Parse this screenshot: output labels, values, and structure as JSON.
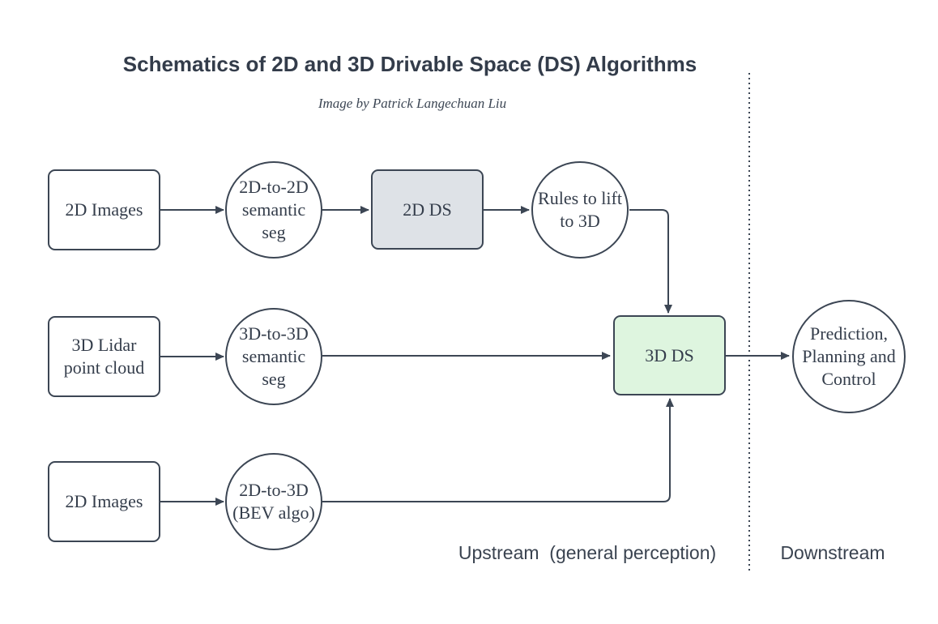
{
  "title": "Schematics of 2D and 3D Drivable Space (DS) Algorithms",
  "subtitle": "Image by Patrick Langechuan Liu",
  "nodes": {
    "images_2d_row1": {
      "label": "2D Images",
      "shape": "rounded-rect",
      "fill": "#ffffff"
    },
    "seg_2d_to_2d": {
      "label": "2D-to-2D\nsemantic\nseg",
      "shape": "circle",
      "fill": "#ffffff"
    },
    "ds_2d": {
      "label": "2D DS",
      "shape": "rounded-rect",
      "fill": "#dee2e7"
    },
    "rules_to_lift": {
      "label": "Rules to lift\nto 3D",
      "shape": "circle",
      "fill": "#ffffff"
    },
    "lidar_3d": {
      "label": "3D Lidar\npoint cloud",
      "shape": "rounded-rect",
      "fill": "#ffffff"
    },
    "seg_3d_to_3d": {
      "label": "3D-to-3D\nsemantic\nseg",
      "shape": "circle",
      "fill": "#ffffff"
    },
    "ds_3d": {
      "label": "3D DS",
      "shape": "rounded-rect",
      "fill": "#def5df"
    },
    "prediction": {
      "label": "Prediction,\nPlanning and\nControl",
      "shape": "circle",
      "fill": "#ffffff"
    },
    "images_2d_row3": {
      "label": "2D Images",
      "shape": "rounded-rect",
      "fill": "#ffffff"
    },
    "bev": {
      "label": "2D-to-3D\n(BEV algo)",
      "shape": "circle",
      "fill": "#ffffff"
    }
  },
  "zone_labels": {
    "upstream": "Upstream  (general perception)",
    "downstream": "Downstream"
  },
  "colors": {
    "background": "#ffffff",
    "line": "#3c4654",
    "node_border": "#3c4654",
    "node_text": "#343d4b",
    "title_text": "#333c4a",
    "gray_fill": "#dee2e7",
    "green_fill": "#def5df"
  }
}
